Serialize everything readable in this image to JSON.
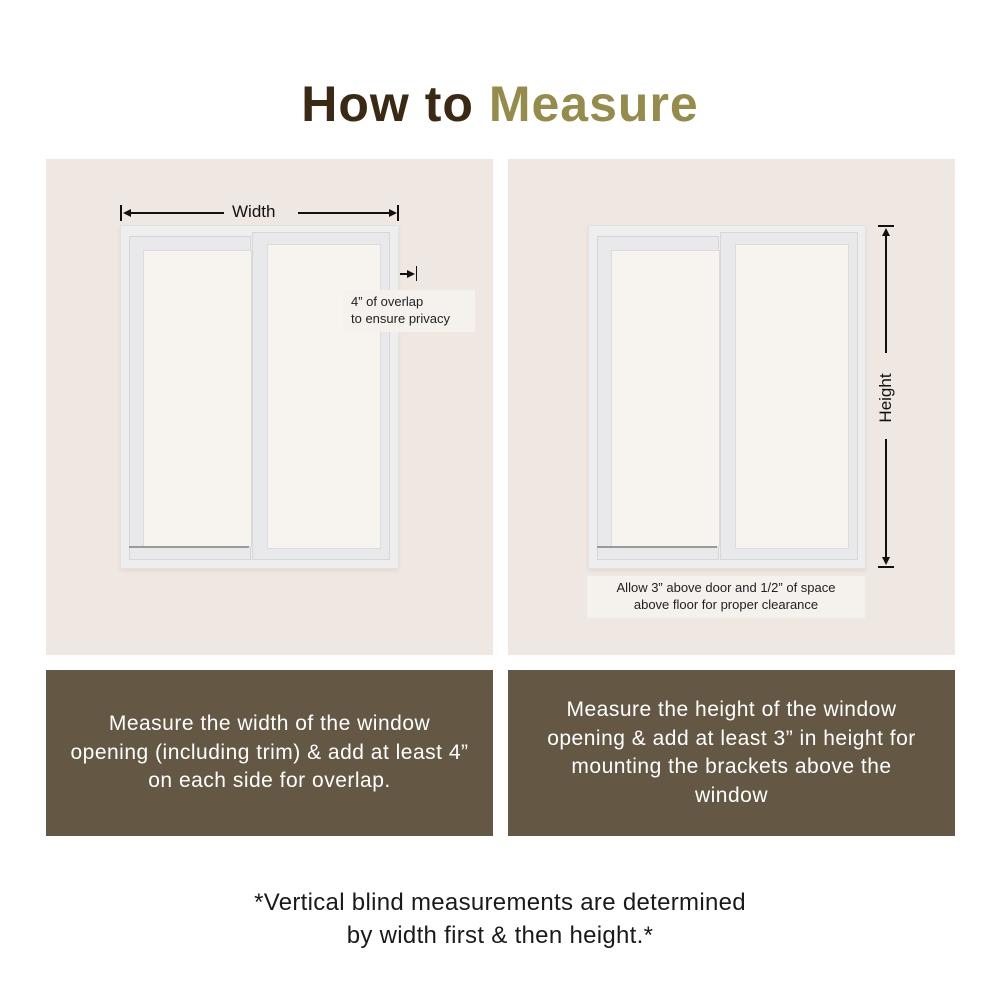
{
  "title": {
    "part1": "How to",
    "part2": "Measure",
    "colors": {
      "part1": "#3a2a14",
      "part2": "#958c4c"
    }
  },
  "width_panel": {
    "dimension_label": "Width",
    "note_line1": "4” of overlap",
    "note_line2": "to ensure privacy",
    "description": "Measure the width of the window opening (including trim) & add at least 4” on each side for overlap."
  },
  "height_panel": {
    "dimension_label": "Height",
    "note_line1": "Allow 3” above door and 1/2” of space",
    "note_line2": "above floor for proper clearance",
    "description": "Measure the height of the window opening & add at least 3” in height for mounting the brackets above the window"
  },
  "footnote": {
    "line1": "*Vertical blind measurements are determined",
    "line2": "by width first & then height.*"
  },
  "colors": {
    "panel_bg": "#efe7e1",
    "box_bg": "#645744",
    "box_text": "#ffffff"
  }
}
